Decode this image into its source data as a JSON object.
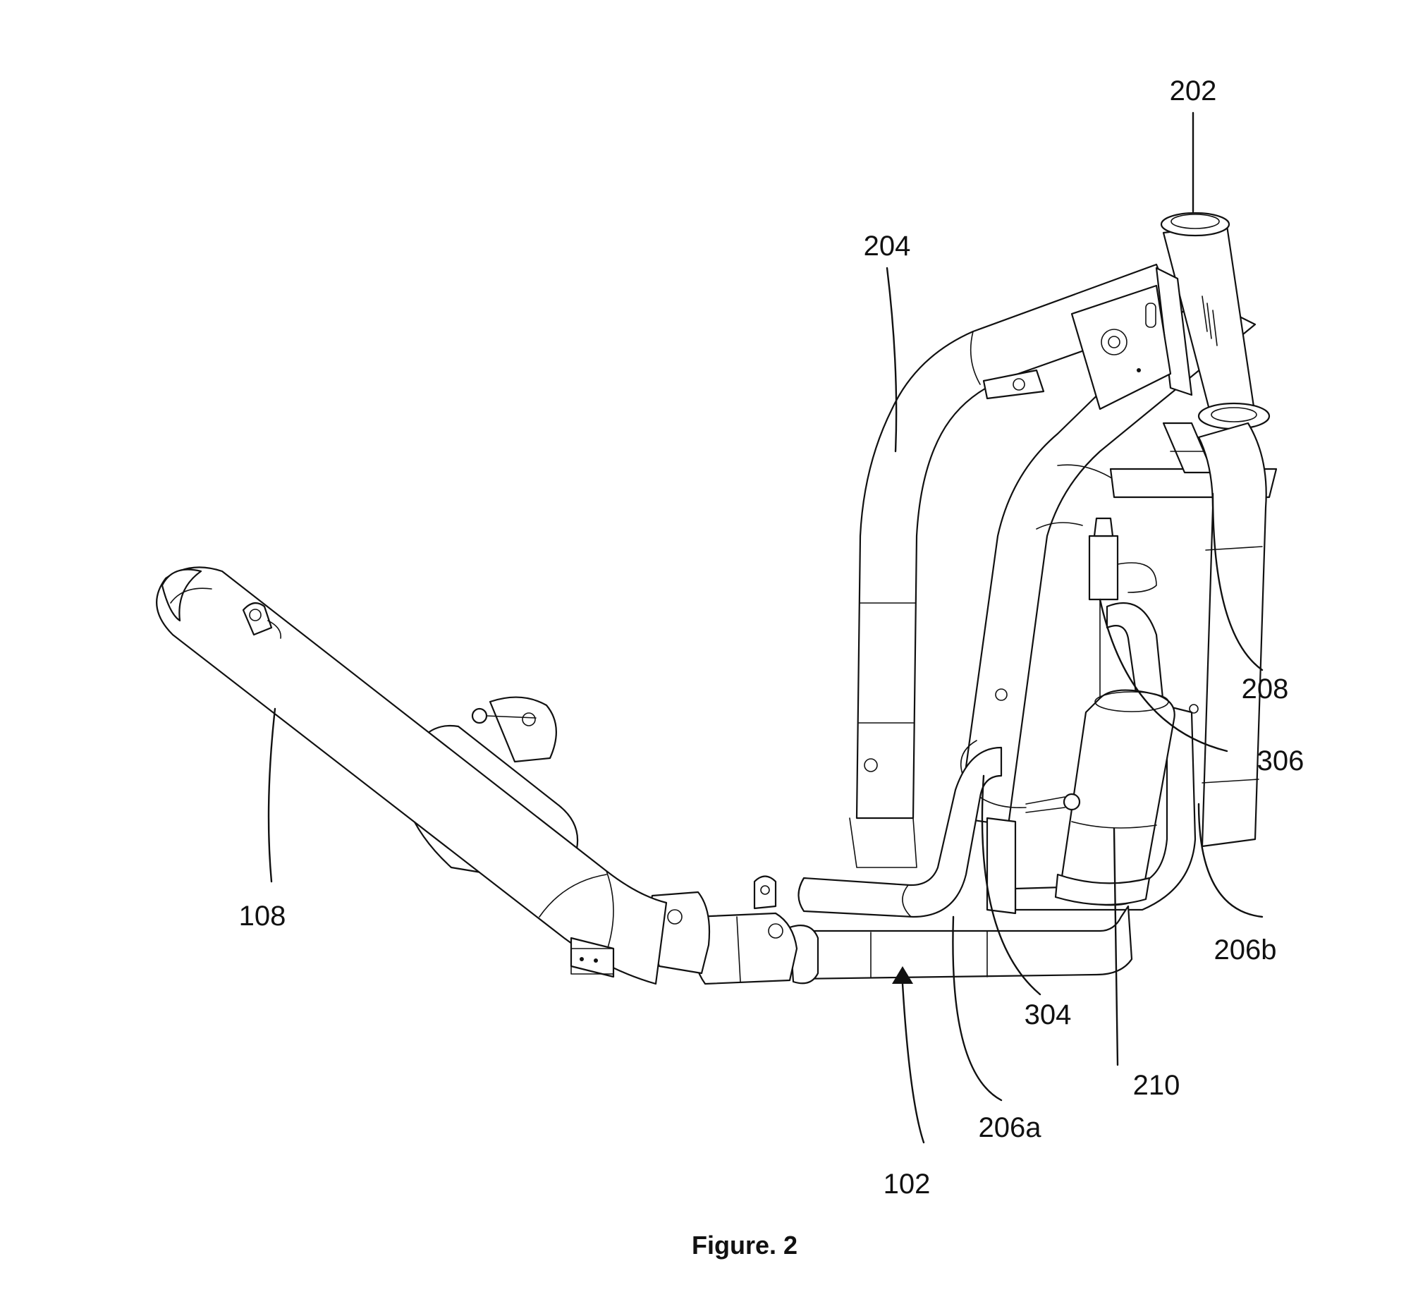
{
  "caption": "Figure. 2",
  "labels": {
    "l202": "202",
    "l204": "204",
    "l208": "208",
    "l306": "306",
    "l206b": "206b",
    "l210": "210",
    "l304": "304",
    "l206a": "206a",
    "l102": "102",
    "l108": "108"
  }
}
